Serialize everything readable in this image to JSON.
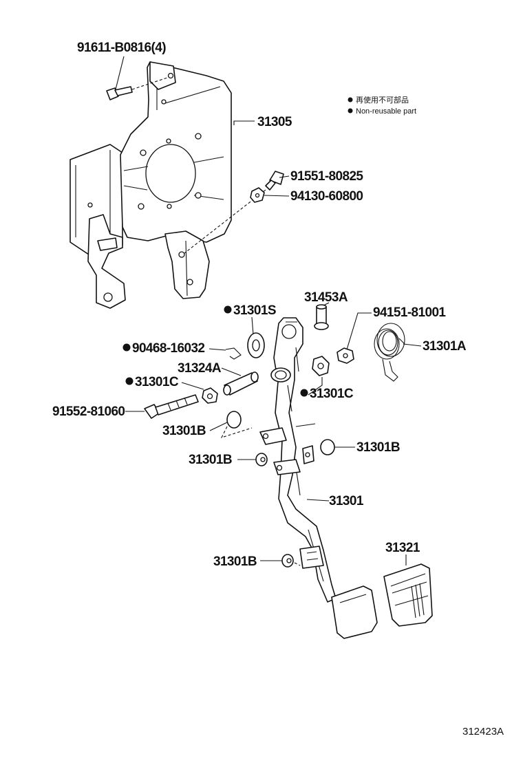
{
  "legend": {
    "line1": "再使用不可部品",
    "line2": "Non-reusable part"
  },
  "labels": {
    "bolt_bracket": "91611-B0816(4)",
    "bracket": "31305",
    "bolt_upper": "91551-80825",
    "nut_upper": "94130-60800",
    "bushing_s": "31301S",
    "pin_a": "31453A",
    "nut_pivot": "94151-81001",
    "spring": "31301A",
    "clip": "90468-16032",
    "collar": "31324A",
    "bushing_c_left": "31301C",
    "bushing_c_right": "31301C",
    "pivot_bolt": "91552-81060",
    "cushion_b1": "31301B",
    "cushion_b2": "31301B",
    "cushion_b3": "31301B",
    "cushion_b4": "31301B",
    "pedal_arm": "31301",
    "pedal_pad": "31321",
    "figure_ref": "312423A"
  }
}
